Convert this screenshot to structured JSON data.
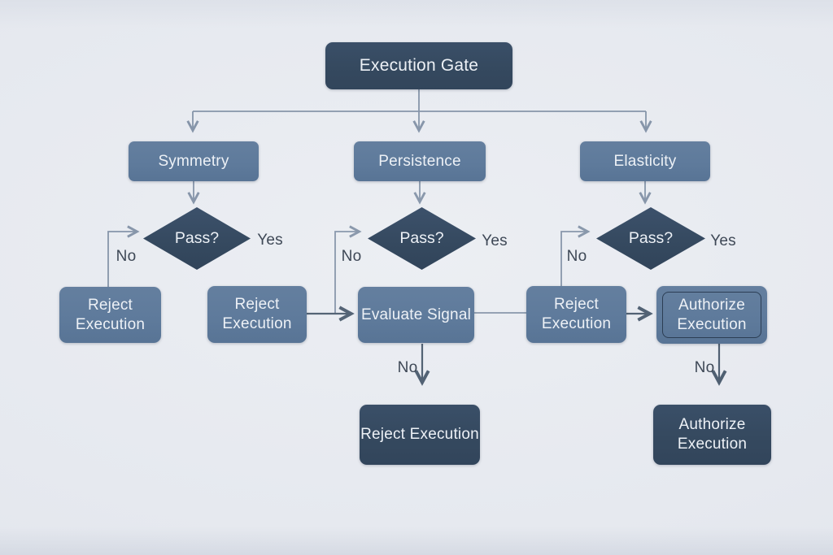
{
  "diagram_title": "Execution Gate",
  "nodes": {
    "execution_gate": "Execution Gate",
    "symmetry": "Symmetry",
    "persistence": "Persistence",
    "elasticity": "Elasticity",
    "pass_symmetry": "Pass?",
    "pass_persistence": "Pass?",
    "pass_elasticity": "Pass?",
    "reject_symmetry": "Reject Execution",
    "reject_persistence": "Reject Execution",
    "evaluate_signal": "Evaluate Signal",
    "reject_elasticity": "Reject Execution",
    "authorize_mid": "Authorize Execution",
    "reject_final": "Reject Execution",
    "authorize_final": "Authorize Execution"
  },
  "edge_labels": {
    "yes_symmetry": "Yes",
    "no_symmetry": "No",
    "yes_persistence": "Yes",
    "no_persistence": "No",
    "yes_elasticity": "Yes",
    "no_elasticity": "No",
    "no_evaluate": "No",
    "no_authorize": "No"
  },
  "colors": {
    "background": "#e7eaf0",
    "node_dark": "#35495f",
    "node_medium": "#5e7a9b",
    "node_text": "#edf1f6",
    "inner_border": "#2c3e54",
    "wire": "#6f8199",
    "wire_dark": "#2e4156",
    "edge_label_text": "#3e4856"
  }
}
